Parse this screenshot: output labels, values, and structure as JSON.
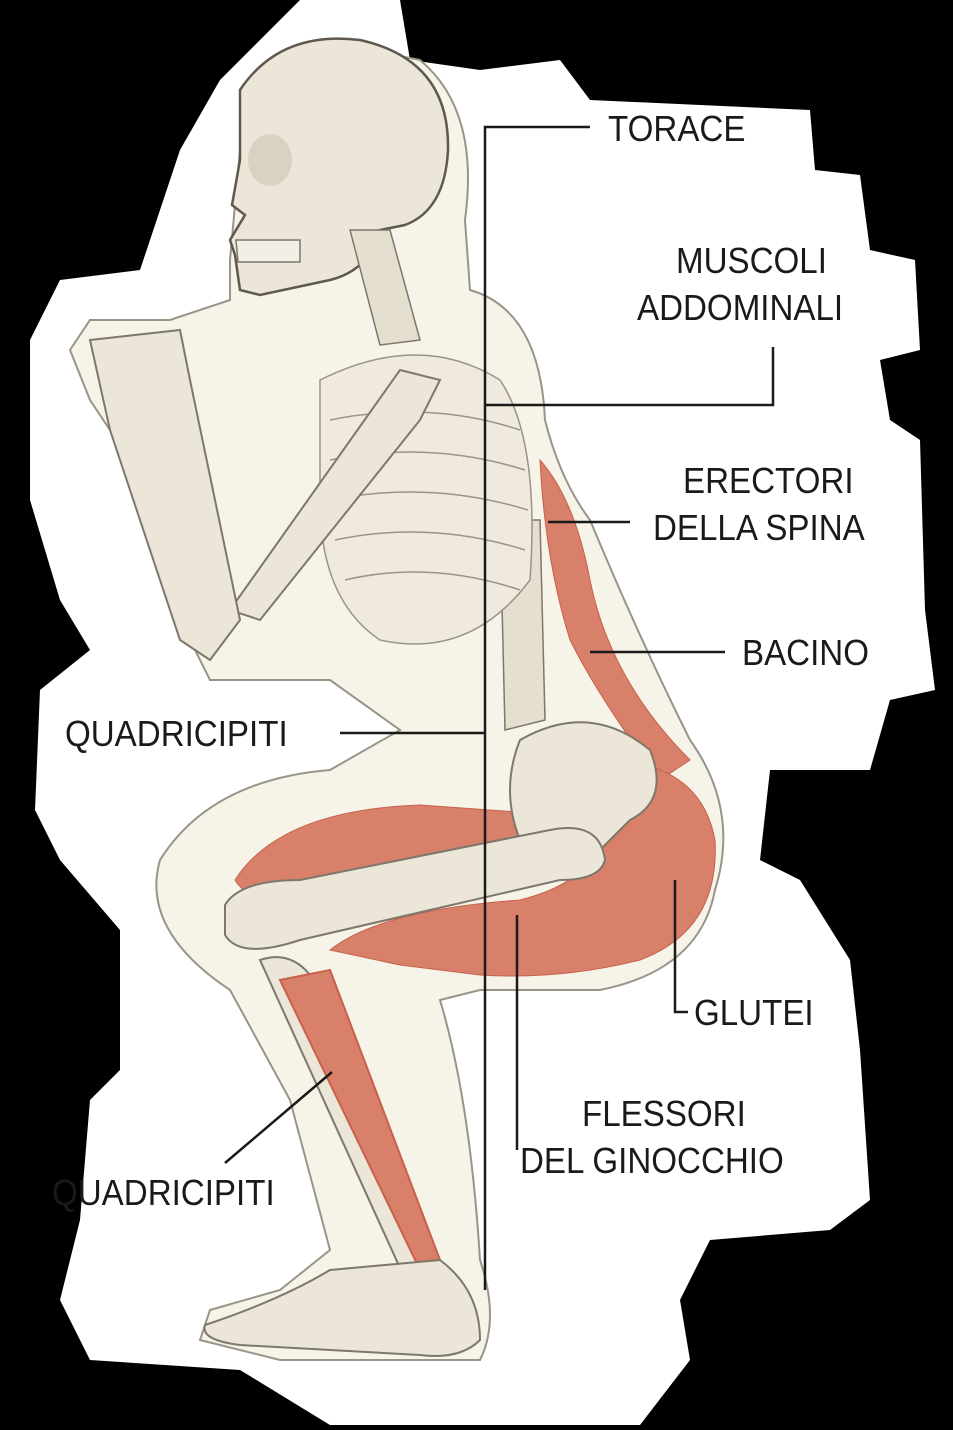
{
  "diagram": {
    "type": "anatomical-illustration",
    "subject": "skeleton in squat position with highlighted muscles",
    "colors": {
      "background": "#000000",
      "sticker_outline": "#ffffff",
      "body_fill": "#f6f3e9",
      "bone": "#ebe6d8",
      "bone_outline": "#7d776c",
      "muscle": "#d9806a",
      "muscle_dark": "#c7614b",
      "leader_line": "#1a1a1a",
      "label_text": "#1a1a1a"
    },
    "labels": [
      {
        "id": "torace",
        "text": "TORACE"
      },
      {
        "id": "addominali_1",
        "text": "MUSCOLI"
      },
      {
        "id": "addominali_2",
        "text": "ADDOMINALI"
      },
      {
        "id": "erectori_1",
        "text": "ERECTORI"
      },
      {
        "id": "erectori_2",
        "text": "DELLA SPINA"
      },
      {
        "id": "bacino",
        "text": "BACINO"
      },
      {
        "id": "quadricipiti_upper",
        "text": "QUADRICIPITI"
      },
      {
        "id": "glutei",
        "text": "GLUTEI"
      },
      {
        "id": "flessori_1",
        "text": "FLESSORI"
      },
      {
        "id": "flessori_2",
        "text": "DEL GINOCCHIO"
      },
      {
        "id": "quadricipiti_lower",
        "text": "QUADRICIPITI"
      }
    ]
  }
}
